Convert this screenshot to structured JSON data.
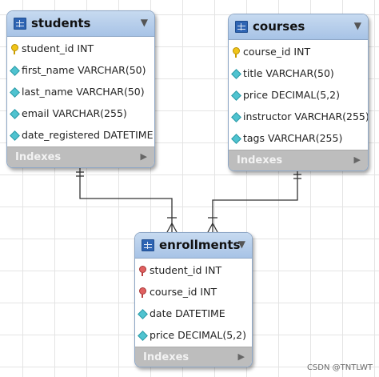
{
  "diagram": {
    "tables": [
      {
        "name": "students",
        "columns": [
          {
            "text": "student_id INT",
            "icon": "primary-key-icon"
          },
          {
            "text": "first_name VARCHAR(50)",
            "icon": "column-diamond-icon"
          },
          {
            "text": "last_name VARCHAR(50)",
            "icon": "column-diamond-icon"
          },
          {
            "text": "email VARCHAR(255)",
            "icon": "column-diamond-icon"
          },
          {
            "text": "date_registered DATETIME",
            "icon": "column-diamond-icon"
          }
        ],
        "footer": "Indexes"
      },
      {
        "name": "courses",
        "columns": [
          {
            "text": "course_id INT",
            "icon": "primary-key-icon"
          },
          {
            "text": "title VARCHAR(50)",
            "icon": "column-diamond-icon"
          },
          {
            "text": "price DECIMAL(5,2)",
            "icon": "column-diamond-icon"
          },
          {
            "text": "instructor VARCHAR(255)",
            "icon": "column-diamond-icon"
          },
          {
            "text": "tags VARCHAR(255)",
            "icon": "column-diamond-icon"
          }
        ],
        "footer": "Indexes"
      },
      {
        "name": "enrollments",
        "columns": [
          {
            "text": "student_id INT",
            "icon": "foreign-key-icon"
          },
          {
            "text": "course_id INT",
            "icon": "foreign-key-icon"
          },
          {
            "text": "date DATETIME",
            "icon": "column-diamond-icon"
          },
          {
            "text": "price DECIMAL(5,2)",
            "icon": "column-diamond-icon"
          }
        ],
        "footer": "Indexes"
      }
    ],
    "relationships": [
      {
        "from": "students",
        "to": "enrollments",
        "from_end": "one-and-only-one",
        "to_end": "many"
      },
      {
        "from": "courses",
        "to": "enrollments",
        "from_end": "one-and-only-one",
        "to_end": "many"
      }
    ],
    "caret_glyph": "▼",
    "footer_arrow_glyph": "▶",
    "colors": {
      "header": "#b3cdeb",
      "footer": "#bdbdbd",
      "connector": "#333333"
    }
  },
  "watermark": "CSDN @TNTLWT"
}
